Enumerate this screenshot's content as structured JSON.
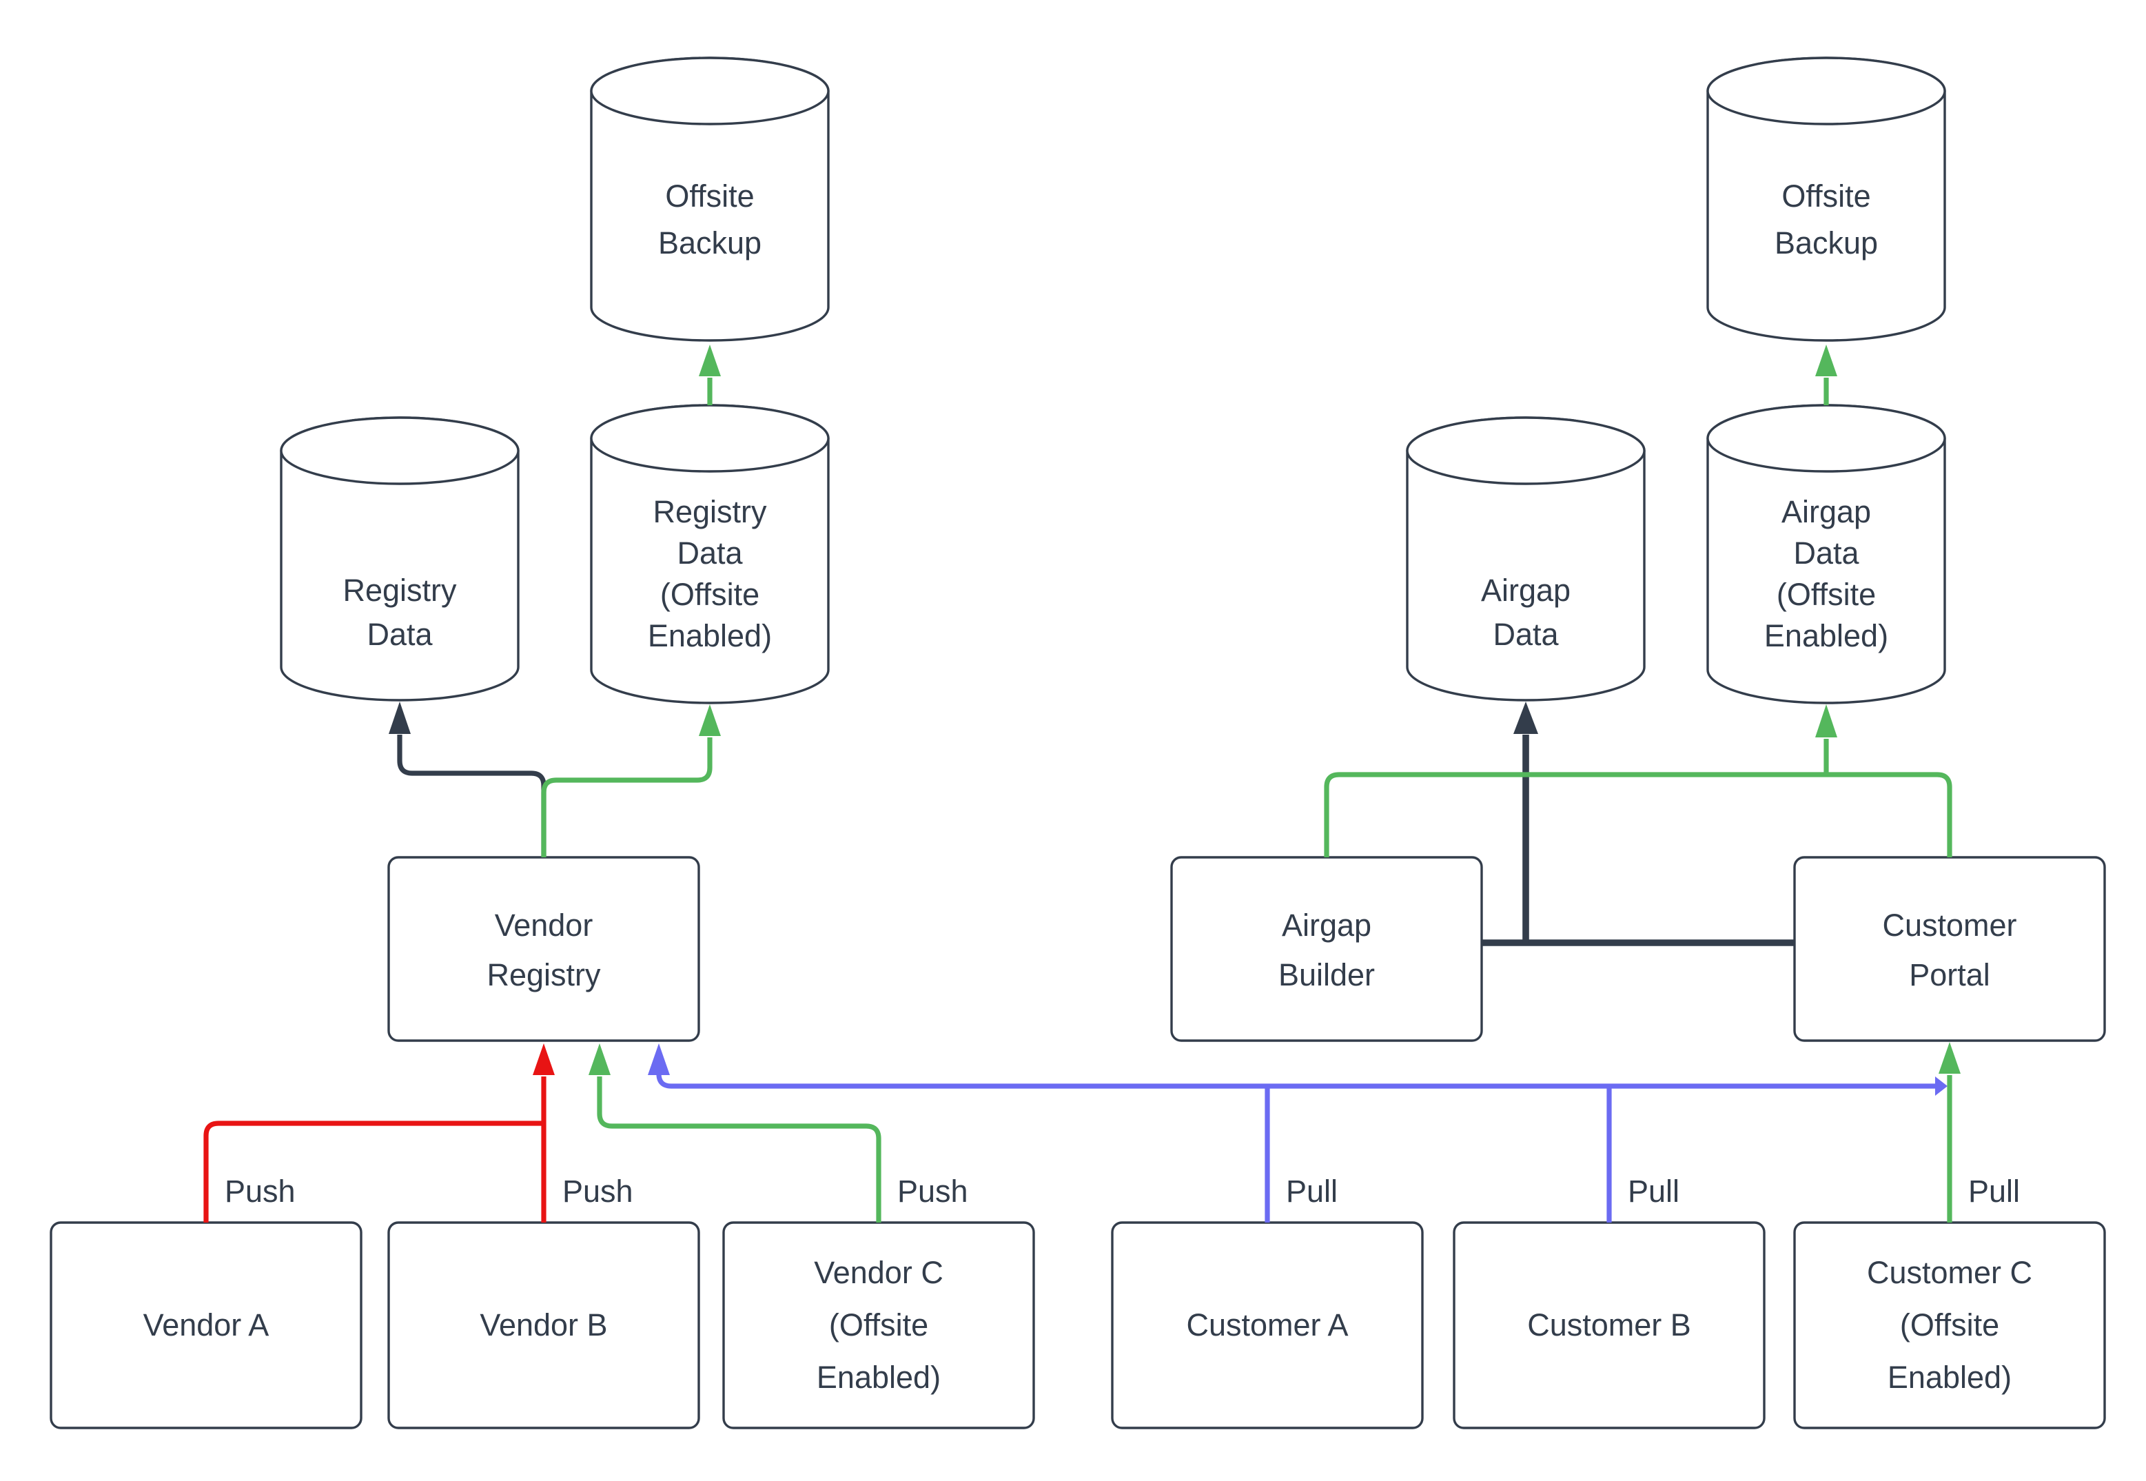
{
  "diagram_type": "flowchart",
  "theme": {
    "dark": "#333d4b",
    "red": "#e81414",
    "green": "#54b75c",
    "blue": "#6b6bf2",
    "bg": "#ffffff"
  },
  "nodes": {
    "offsite_backup_left": {
      "shape": "cylinder",
      "lines": [
        "Offsite",
        "Backup"
      ]
    },
    "registry_data": {
      "shape": "cylinder",
      "lines": [
        "Registry",
        "Data"
      ]
    },
    "registry_data_offsite": {
      "shape": "cylinder",
      "lines": [
        "Registry",
        "Data",
        "(Offsite",
        "Enabled)"
      ]
    },
    "vendor_registry": {
      "shape": "rect",
      "lines": [
        "Vendor",
        "Registry"
      ]
    },
    "vendor_a": {
      "shape": "rect",
      "lines": [
        "Vendor A"
      ]
    },
    "vendor_b": {
      "shape": "rect",
      "lines": [
        "Vendor B"
      ]
    },
    "vendor_c_offsite": {
      "shape": "rect",
      "lines": [
        "Vendor C",
        "(Offsite",
        "Enabled)"
      ]
    },
    "offsite_backup_right": {
      "shape": "cylinder",
      "lines": [
        "Offsite",
        "Backup"
      ]
    },
    "airgap_data": {
      "shape": "cylinder",
      "lines": [
        "Airgap",
        "Data"
      ]
    },
    "airgap_data_offsite": {
      "shape": "cylinder",
      "lines": [
        "Airgap",
        "Data",
        "(Offsite",
        "Enabled)"
      ]
    },
    "airgap_builder": {
      "shape": "rect",
      "lines": [
        "Airgap",
        "Builder"
      ]
    },
    "customer_portal": {
      "shape": "rect",
      "lines": [
        "Customer",
        "Portal"
      ]
    },
    "customer_a": {
      "shape": "rect",
      "lines": [
        "Customer A"
      ]
    },
    "customer_b": {
      "shape": "rect",
      "lines": [
        "Customer B"
      ]
    },
    "customer_c_offsite": {
      "shape": "rect",
      "lines": [
        "Customer C",
        "(Offsite",
        "Enabled)"
      ]
    }
  },
  "edge_labels": {
    "vendor_a_push": "Push",
    "vendor_b_push": "Push",
    "vendor_c_push": "Push",
    "customer_a_pull": "Pull",
    "customer_b_pull": "Pull",
    "customer_c_pull": "Pull"
  }
}
